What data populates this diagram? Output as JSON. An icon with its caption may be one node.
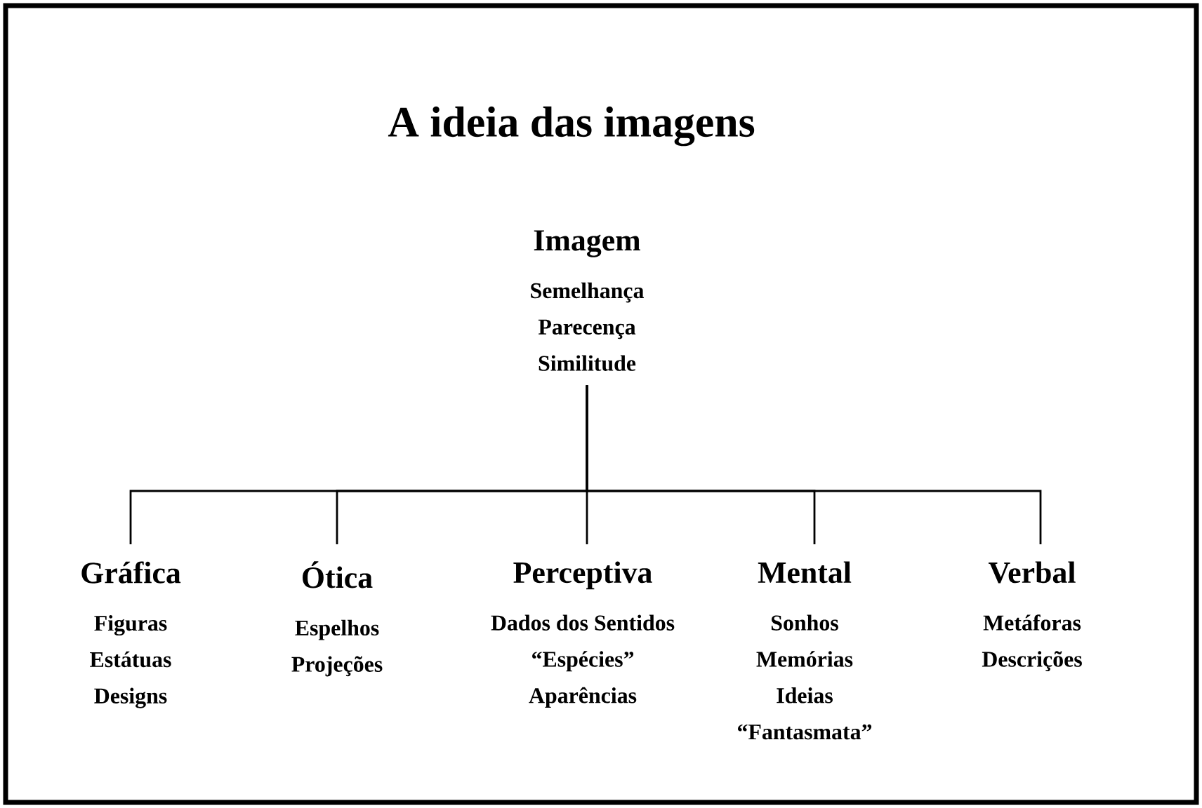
{
  "diagram": {
    "title": "A ideia das imagens",
    "nodes": [
      {
        "text": [
          "Imagem",
          "Semelhança",
          "Parecença",
          "Similitude"
        ]
      },
      {
        "text": [
          "Gráfica",
          "Figuras",
          "Estátuas",
          "Designs"
        ]
      },
      {
        "text": [
          "Ótica",
          "Espelhos",
          "Projeções"
        ]
      },
      {
        "text": [
          "Perceptiva",
          "Dados dos Sentidos",
          "“Espécies”",
          "Aparências"
        ]
      },
      {
        "text": [
          "Mental",
          "Sonhos",
          "Memórias",
          "Ideias",
          "“Fantasmata”"
        ]
      },
      {
        "text": [
          "Verbal",
          "Metáforas",
          "Descrições"
        ]
      }
    ],
    "edges": [
      {
        "from": 0,
        "to": 1,
        "arrow": "none"
      },
      {
        "from": 0,
        "to": 2,
        "arrow": "none"
      },
      {
        "from": 0,
        "to": 3,
        "arrow": "none"
      },
      {
        "from": 0,
        "to": 4,
        "arrow": "none"
      },
      {
        "from": 0,
        "to": 5,
        "arrow": "none"
      }
    ]
  }
}
